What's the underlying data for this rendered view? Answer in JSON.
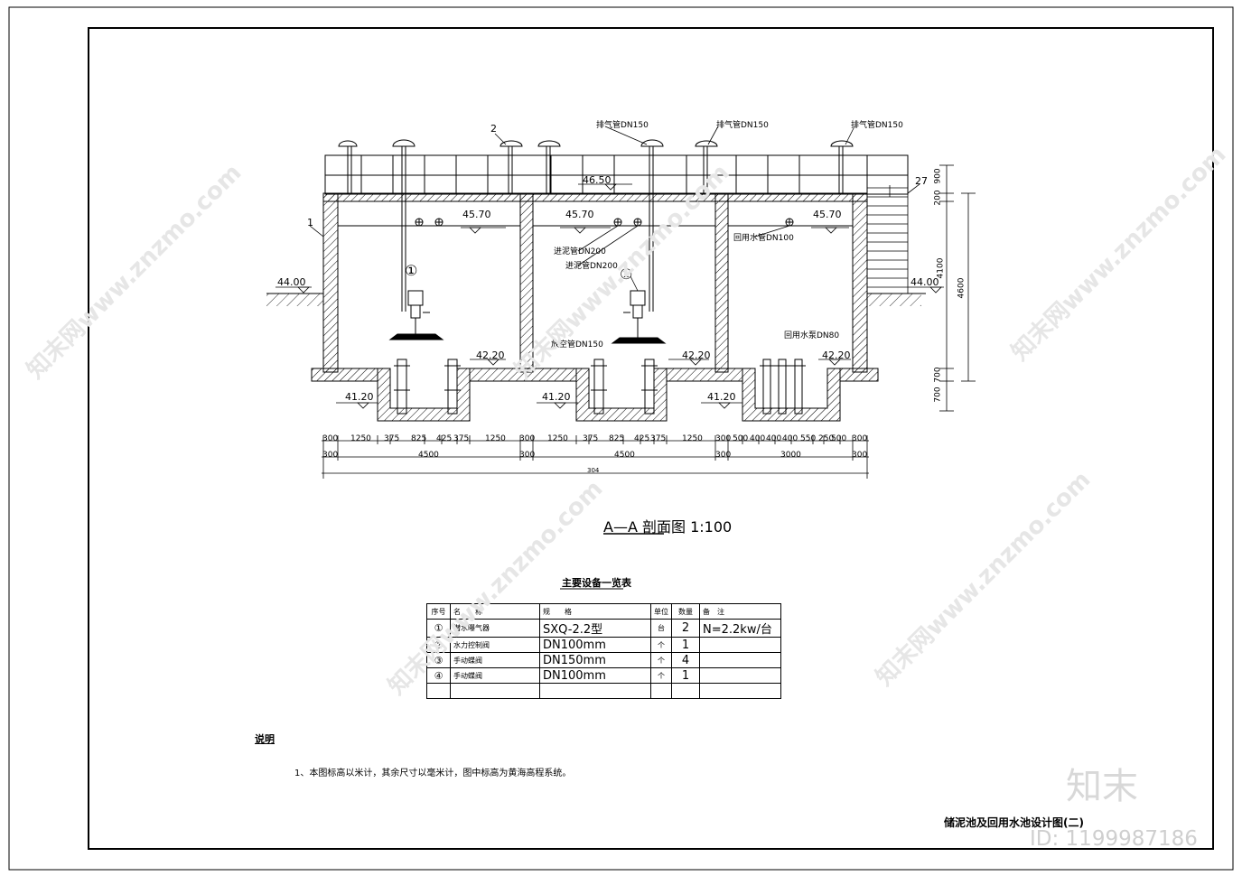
{
  "section_title": "A—A 剖面图 1:100",
  "levels": {
    "top_slab": "46.50",
    "water_1": "45.70",
    "water_2": "45.70",
    "water_3": "45.70",
    "ground_left": "44.00",
    "ground_right": "44.00",
    "floor_1": "42.20",
    "floor_2": "42.20",
    "floor_3": "42.20",
    "sump_1": "41.20",
    "sump_2": "41.20",
    "sump_3": "41.20"
  },
  "pipe_labels": {
    "vent_1": "排气管DN150",
    "vent_2": "排气管DN150",
    "vent_3": "排气管DN150",
    "inlet_a": "进泥管DN200",
    "inlet_b": "进泥管DN200",
    "return_pipe": "回用水管DN100",
    "drain_pipe": "放空管DN150",
    "return_pump": "回用水泵DN80"
  },
  "markers": {
    "m1": "1",
    "m2": "2",
    "m27": "27",
    "callout_1a": "①",
    "callout_1b": "①"
  },
  "vertical_dims": [
    "900",
    "200",
    "4100",
    "4600",
    "700",
    "700"
  ],
  "dim_row1": [
    "300",
    "1250",
    "375",
    "825",
    "425",
    "375",
    "1250",
    "300",
    "1250",
    "375",
    "825",
    "425",
    "375",
    "1250",
    "300",
    "500",
    "400",
    "400",
    "400",
    "550",
    "250",
    "500",
    "300"
  ],
  "dim_row2": [
    "300",
    "4500",
    "300",
    "4500",
    "300",
    "3000",
    "300"
  ],
  "dim_total": "304",
  "table": {
    "title": "主要设备一览表",
    "headers": [
      "序号",
      "名　　称",
      "规　　格",
      "单位",
      "数量",
      "备　注"
    ],
    "rows": [
      [
        "①",
        "潜水曝气器",
        "SXQ-2.2型",
        "台",
        "2",
        "N=2.2kw/台"
      ],
      [
        "②",
        "水力控制阀",
        "DN100mm",
        "个",
        "1",
        ""
      ],
      [
        "③",
        "手动蝶阀",
        "DN150mm",
        "个",
        "4",
        ""
      ],
      [
        "④",
        "手动蝶阀",
        "DN100mm",
        "个",
        "1",
        ""
      ],
      [
        "",
        "",
        "",
        "",
        "",
        ""
      ]
    ]
  },
  "notes": {
    "heading": "说明",
    "items": [
      "1、本图标高以米计，其余尺寸以毫米计，图中标高为黄海高程系统。"
    ]
  },
  "drawing_title": "储泥池及回用水池设计图(二)",
  "watermark": {
    "brand": "知末",
    "id": "ID: 1199987186",
    "diag": "知末网www.znzmo.com"
  },
  "colors": {
    "line": "#000000",
    "watermark": "#d0d0d0"
  }
}
